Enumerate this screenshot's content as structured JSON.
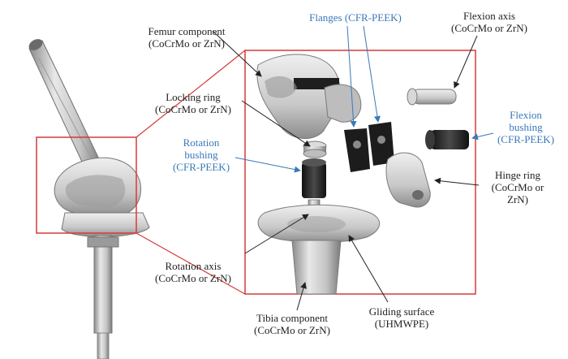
{
  "colors": {
    "frame": "#d63a3a",
    "dark_label": "#222222",
    "blue_label": "#3a78b8",
    "metal_light": "#e4e4e4",
    "metal_mid": "#b9b9b9",
    "metal_dark": "#7c7c7c",
    "peek": "#2a2a2a"
  },
  "labels": {
    "femur": [
      "Femur component",
      "(CoCrMo or ZrN)"
    ],
    "flanges": [
      "Flanges (CFR-PEEK)"
    ],
    "flexion_axis": [
      "Flexion axis",
      "(CoCrMo or ZrN)"
    ],
    "locking_ring": [
      "Locking ring",
      "(CoCrMo or ZrN)"
    ],
    "rotation_bushing": [
      "Rotation",
      "bushing",
      "(CFR-PEEK)"
    ],
    "flexion_bushing": [
      "Flexion",
      "bushing",
      "(CFR-PEEK)"
    ],
    "hinge_ring": [
      "Hinge ring",
      "(CoCrMo or",
      "ZrN)"
    ],
    "rotation_axis": [
      "Rotation axis",
      "(CoCrMo or ZrN)"
    ],
    "tibia": [
      "Tibia component",
      "(CoCrMo or ZrN)"
    ],
    "gliding": [
      "Gliding surface",
      "(UHMWPE)"
    ]
  }
}
